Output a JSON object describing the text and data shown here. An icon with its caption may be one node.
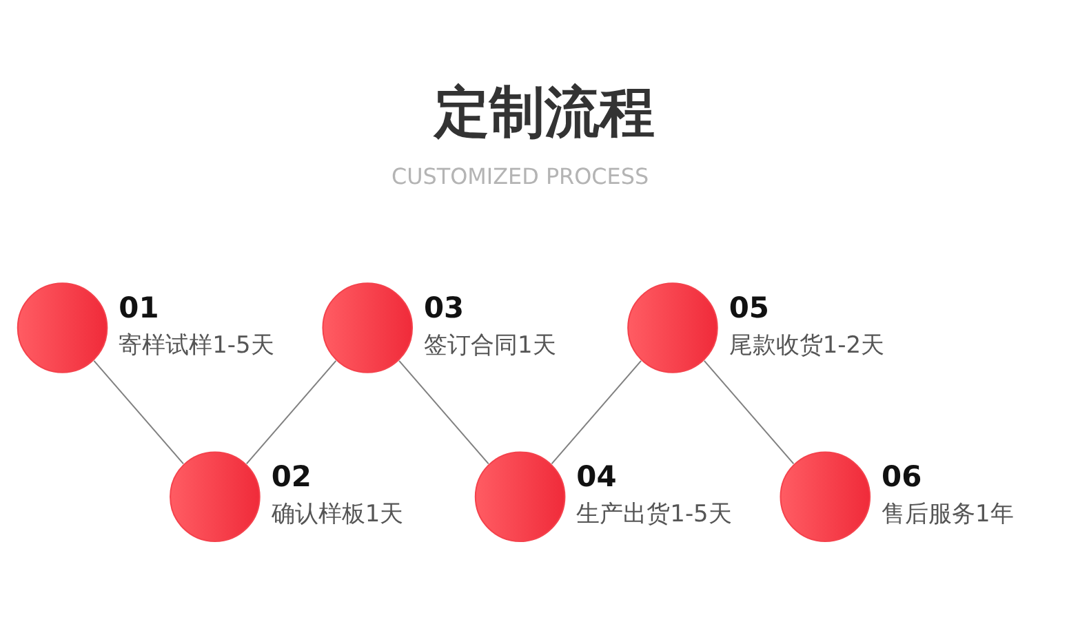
{
  "diagram": {
    "title": "定制流程",
    "nodes": [
      {
        "text": [],
        "shape": "circle",
        "beside": [
          "01",
          "寄样试样1-5天"
        ]
      },
      {
        "text": [],
        "shape": "circle",
        "beside": [
          "02",
          "确认样板1天"
        ]
      },
      {
        "text": [],
        "shape": "circle",
        "beside": [
          "03",
          "签订合同1天"
        ]
      },
      {
        "text": [],
        "shape": "circle",
        "beside": [
          "04",
          "生产出货1-5天"
        ]
      },
      {
        "text": [],
        "shape": "circle",
        "beside": [
          "05",
          "尾款收货1-2天"
        ]
      },
      {
        "text": [],
        "shape": "circle",
        "beside": [
          "06",
          "售后服务1年"
        ]
      }
    ],
    "edges": [
      {
        "from": 0,
        "to": 1,
        "arrow": "none"
      },
      {
        "from": 1,
        "to": 2,
        "arrow": "none"
      },
      {
        "from": 2,
        "to": 3,
        "arrow": "none"
      },
      {
        "from": 3,
        "to": 4,
        "arrow": "none"
      },
      {
        "from": 4,
        "to": 5,
        "arrow": "none"
      }
    ],
    "labels": [
      "CUSTOMIZED PROCESS"
    ]
  }
}
